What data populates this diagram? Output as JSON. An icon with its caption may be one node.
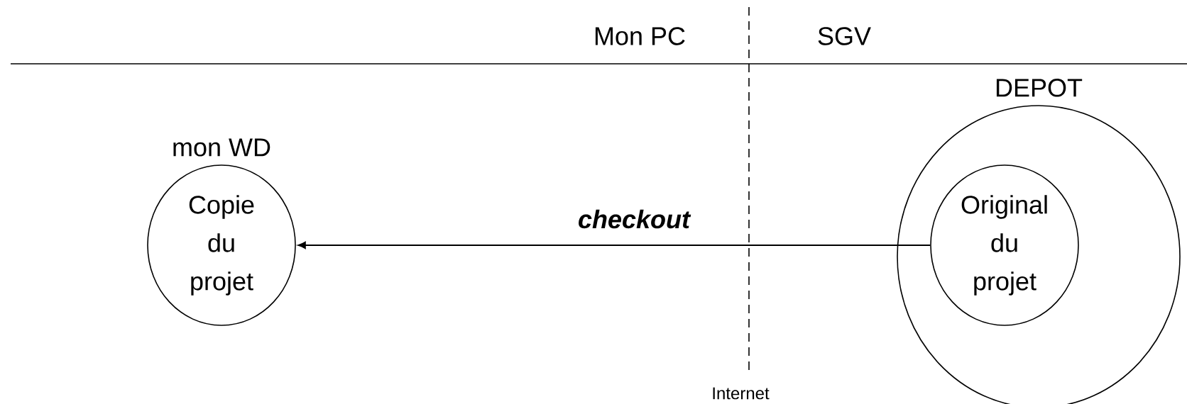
{
  "diagram": {
    "nodes": [
      {
        "text": [
          "mon WD",
          "Copie du projet"
        ]
      },
      {
        "text": [
          "DEPOT"
        ]
      },
      {
        "text": [
          "Original du projet"
        ],
        "in": 1
      }
    ],
    "edges": [
      {
        "from": 2,
        "to": 0,
        "arrow": "to",
        "label": "checkout"
      }
    ],
    "labels": [
      "Mon PC",
      "SGV",
      "Internet"
    ]
  }
}
